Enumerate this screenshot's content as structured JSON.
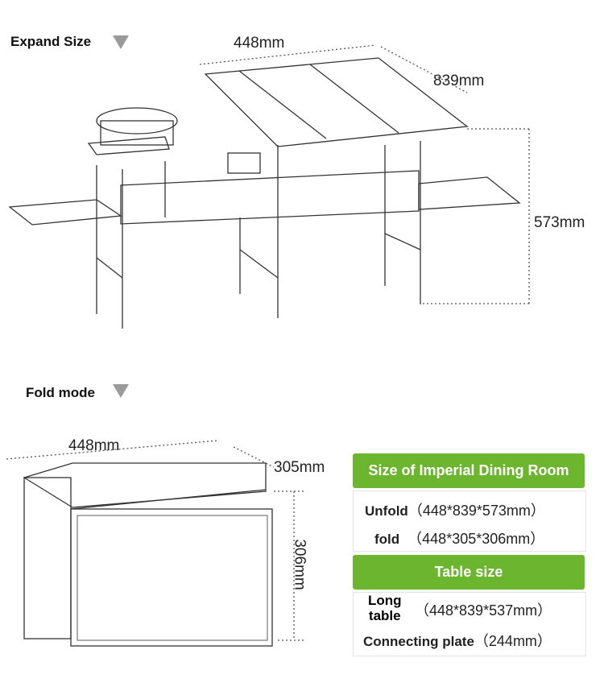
{
  "expand": {
    "title": "Expand Size",
    "width": "448mm",
    "length": "839mm",
    "height": "573mm"
  },
  "fold": {
    "title": "Fold mode",
    "width": "448mm",
    "depth": "305mm",
    "height": "306mm"
  },
  "specs": {
    "header1": "Size of Imperial Dining Room",
    "rows1": [
      {
        "label": "Unfold",
        "value": "（448*839*573mm）"
      },
      {
        "label": "fold",
        "value": "（448*305*306mm）"
      }
    ],
    "header2": "Table size",
    "rows2": [
      {
        "label_line1": "Long",
        "label_line2": "table",
        "value": "（448*839*537mm）"
      },
      {
        "label": "Connecting plate",
        "value": "（244mm）"
      }
    ],
    "accent": "#6cb52f"
  }
}
